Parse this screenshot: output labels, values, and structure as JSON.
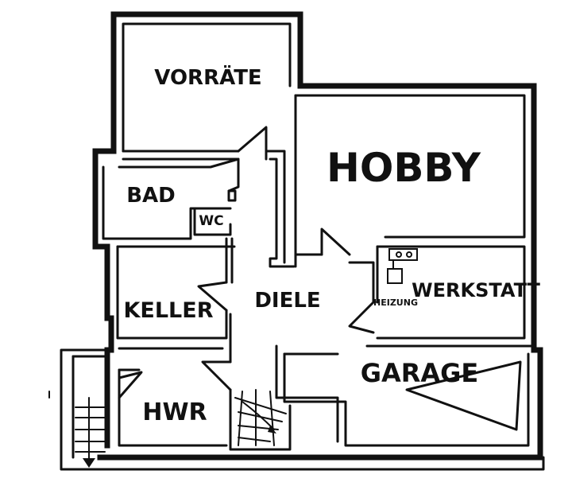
{
  "rooms": {
    "vorraete": "VORRÄTE",
    "hobby": "HOBBY",
    "bad": "BAD",
    "wc": "WC",
    "keller": "KELLER",
    "diele": "DIELE",
    "heizung": "HEIZUNG",
    "werkstatt": "WERKSTATT",
    "garage": "GARAGE",
    "hwr": "HWR"
  }
}
